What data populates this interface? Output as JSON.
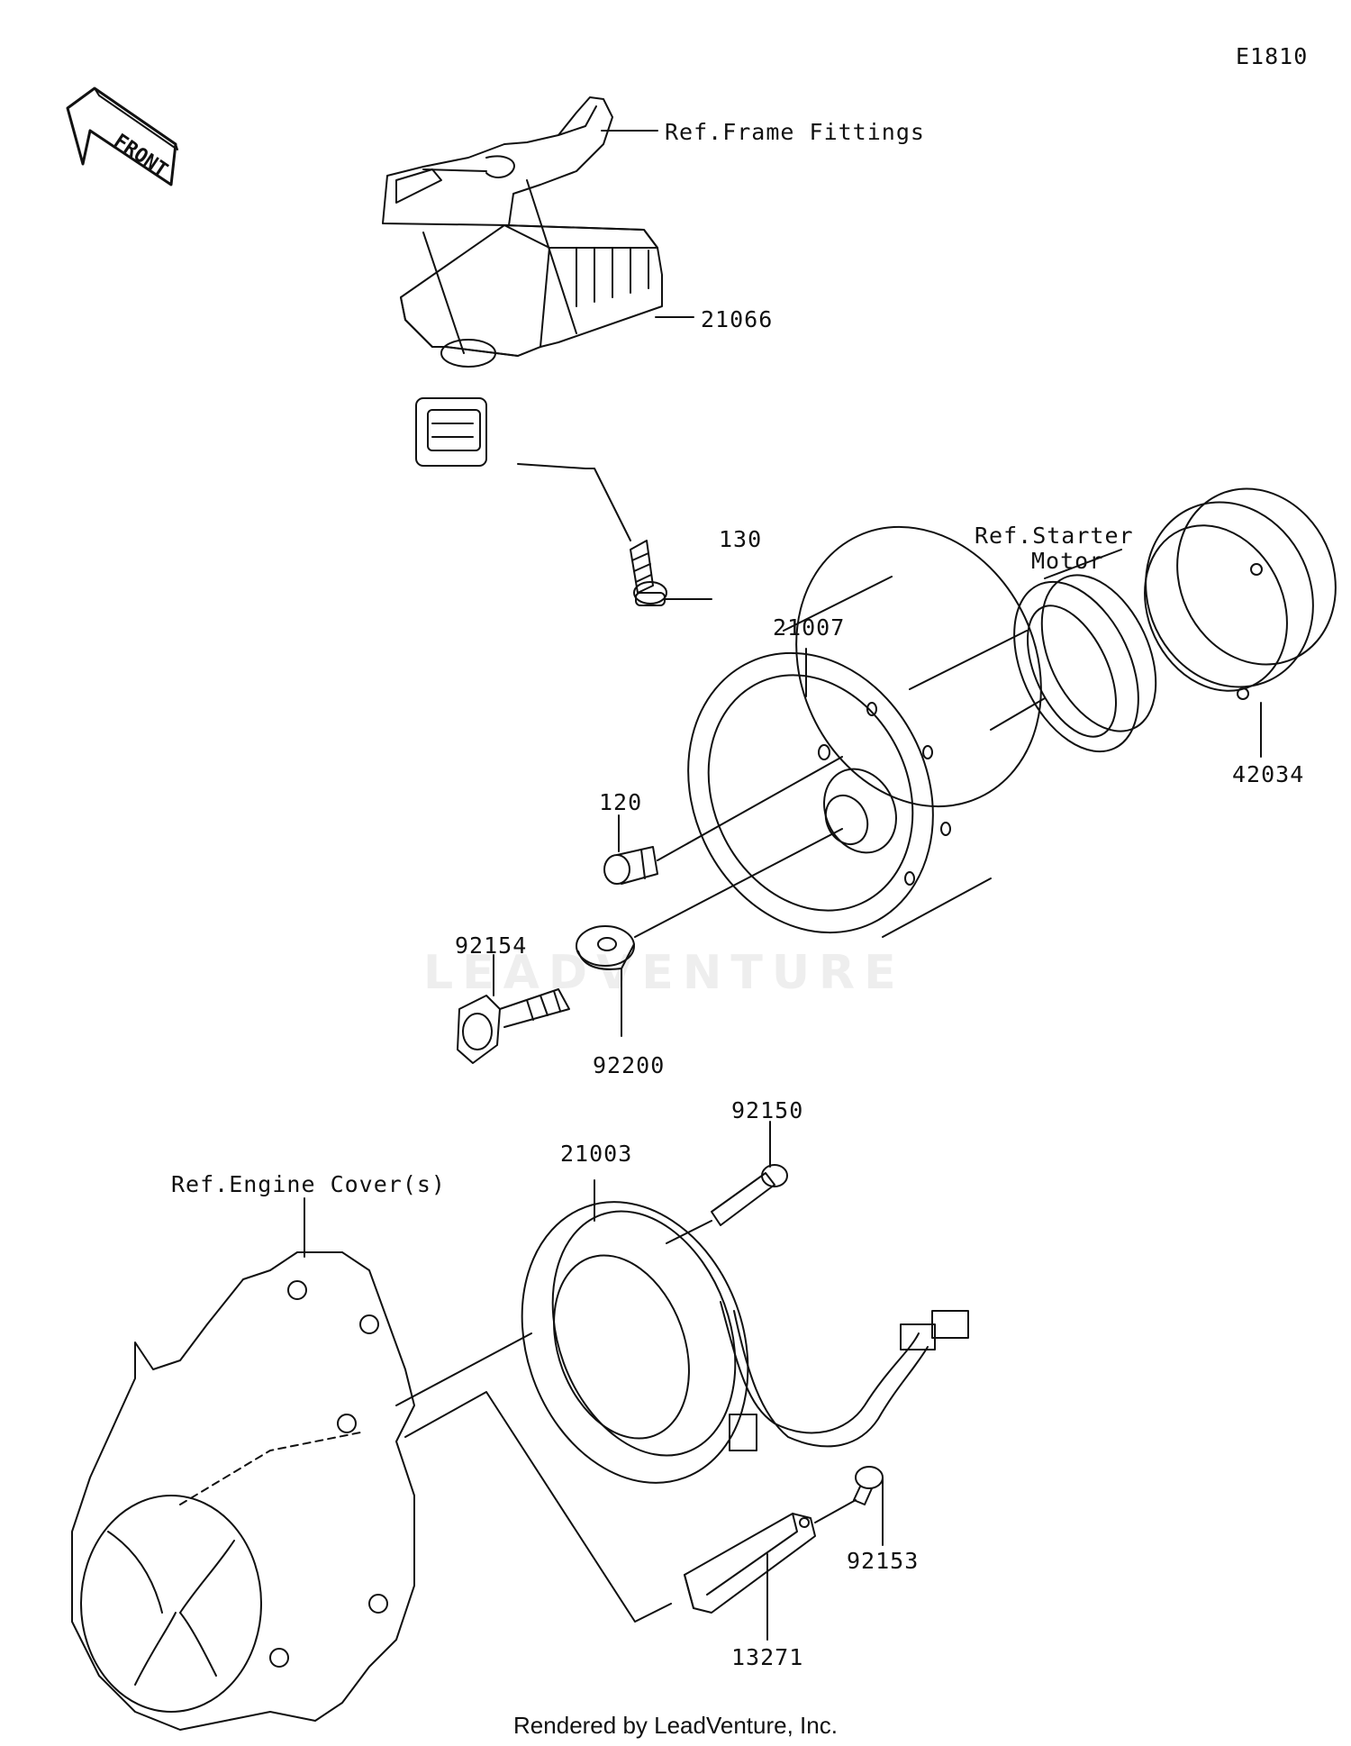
{
  "diagram_code": "E1810",
  "front_label": "FRONT",
  "watermark": "LEADVENTURE",
  "footer": "Rendered by LeadVenture, Inc.",
  "parts": {
    "p21066": "21066",
    "p130": "130",
    "p21007": "21007",
    "p42034": "42034",
    "p120": "120",
    "p92154": "92154",
    "p92200": "92200",
    "p92150": "92150",
    "p21003": "21003",
    "p92153": "92153",
    "p13271": "13271"
  },
  "refs": {
    "frame_fittings": "Ref.Frame Fittings",
    "starter_motor_line1": "Ref.Starter",
    "starter_motor_line2": "Motor",
    "engine_cover": "Ref.Engine Cover(s)"
  }
}
